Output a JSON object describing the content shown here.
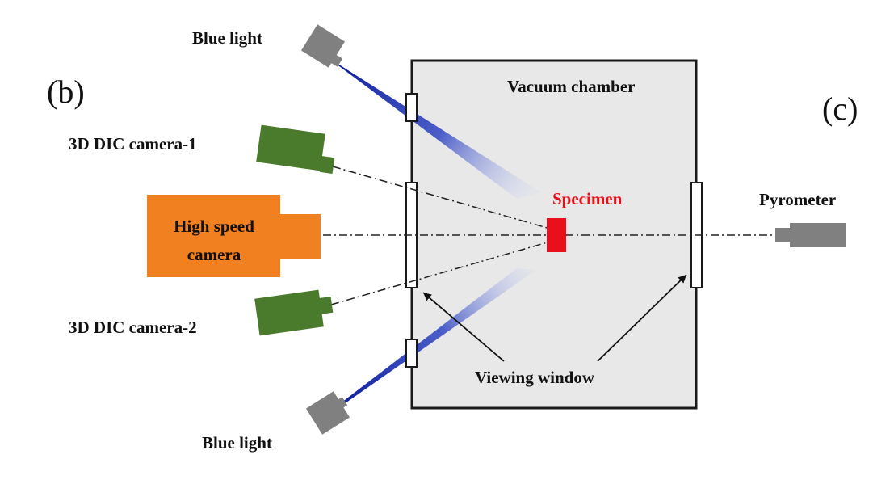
{
  "panel_labels": {
    "left": "(b)",
    "right": "(c)"
  },
  "labels": {
    "blue_light_top": "Blue light",
    "blue_light_bottom": "Blue light",
    "vacuum_chamber": "Vacuum chamber",
    "dic_camera_1": "3D DIC camera-1",
    "dic_camera_2": "3D DIC camera-2",
    "high_speed_camera_line1": "High speed",
    "high_speed_camera_line2": "camera",
    "specimen": "Specimen",
    "pyrometer": "Pyrometer",
    "viewing_window": "Viewing window"
  },
  "colors": {
    "chamber_fill": "#e8e8e8",
    "chamber_border": "#1a1a1a",
    "dic_camera": "#4a7a2c",
    "high_speed_camera": "#f08020",
    "specimen": "#e8101a",
    "specimen_label": "#e8101a",
    "blue_light_beam": "#0a1a9a",
    "light_source": "#808080",
    "pyrometer": "#808080"
  }
}
